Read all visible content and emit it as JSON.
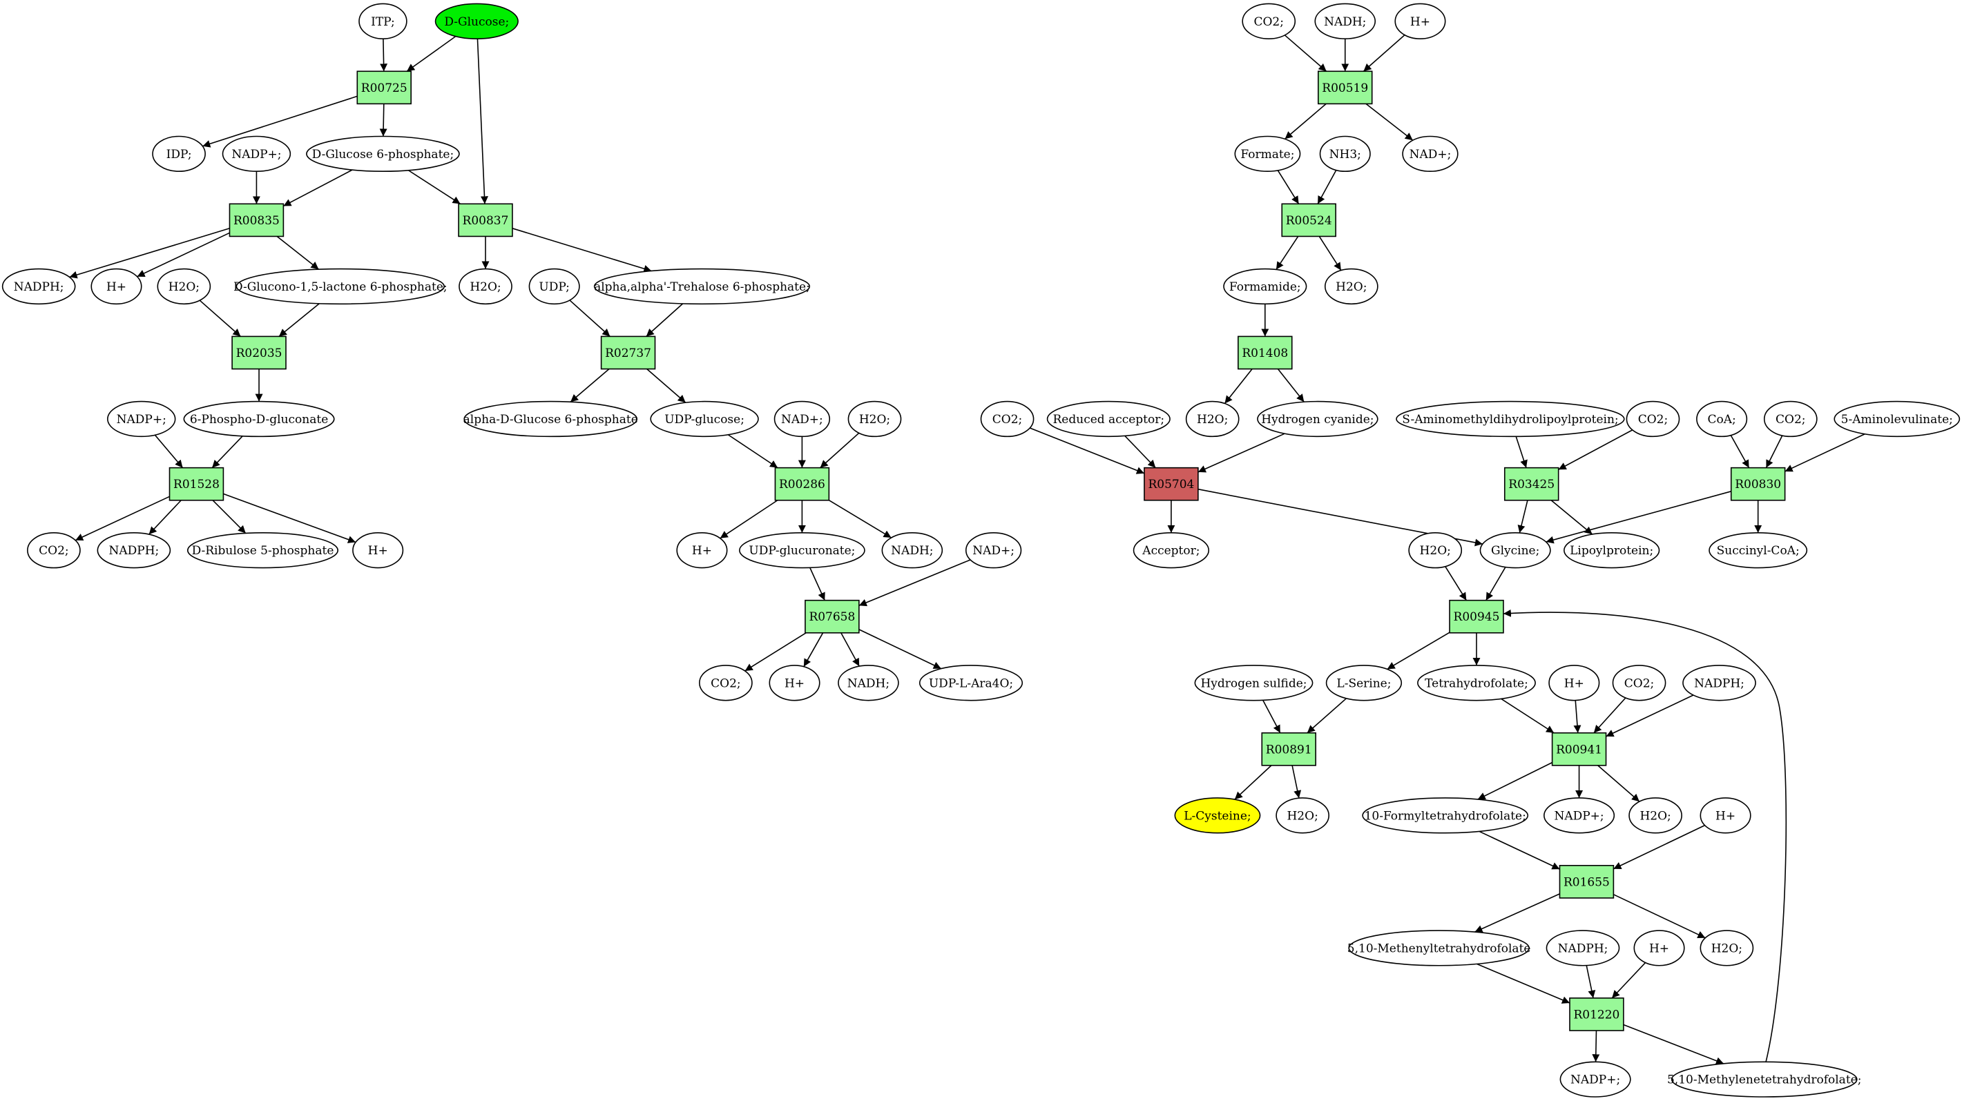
{
  "colors": {
    "reaction": "#98f898",
    "reaction_highlight": "#cd5c5c",
    "start_compound": "#00ee00",
    "target_compound": "#ffff00",
    "compound": "#ffffff",
    "stroke": "#000000"
  },
  "compounds": [
    {
      "id": "c_itp",
      "label": "ITP;"
    },
    {
      "id": "c_dglucose",
      "label": "D-Glucose;",
      "role": "start"
    },
    {
      "id": "c_idp",
      "label": "IDP;"
    },
    {
      "id": "c_nadp_a",
      "label": "NADP+;"
    },
    {
      "id": "c_g6p",
      "label": "D-Glucose 6-phosphate;"
    },
    {
      "id": "c_nadph_a",
      "label": "NADPH;"
    },
    {
      "id": "c_h_a",
      "label": "H+"
    },
    {
      "id": "c_h2o_a",
      "label": "H2O;"
    },
    {
      "id": "c_glucono",
      "label": "D-Glucono-1,5-lactone 6-phosphate;"
    },
    {
      "id": "c_h2o_b",
      "label": "H2O;"
    },
    {
      "id": "c_udp",
      "label": "UDP;"
    },
    {
      "id": "c_trehalose",
      "label": "alpha,alpha'-Trehalose 6-phosphate;"
    },
    {
      "id": "c_nadp_b",
      "label": "NADP+;"
    },
    {
      "id": "c_6pg",
      "label": "6-Phospho-D-gluconate"
    },
    {
      "id": "c_ag6p",
      "label": "alpha-D-Glucose 6-phosphate"
    },
    {
      "id": "c_udpglc",
      "label": "UDP-glucose;"
    },
    {
      "id": "c_nad_a",
      "label": "NAD+;"
    },
    {
      "id": "c_h2o_c",
      "label": "H2O;"
    },
    {
      "id": "c_co2_a",
      "label": "CO2;"
    },
    {
      "id": "c_nadph_b",
      "label": "NADPH;"
    },
    {
      "id": "c_ru5p",
      "label": "D-Ribulose 5-phosphate"
    },
    {
      "id": "c_h_b",
      "label": "H+"
    },
    {
      "id": "c_h_c",
      "label": "H+"
    },
    {
      "id": "c_udpglcua",
      "label": "UDP-glucuronate;"
    },
    {
      "id": "c_nadh_a",
      "label": "NADH;"
    },
    {
      "id": "c_nad_b",
      "label": "NAD+;"
    },
    {
      "id": "c_co2_b",
      "label": "CO2;"
    },
    {
      "id": "c_h_d",
      "label": "H+"
    },
    {
      "id": "c_nadh_b",
      "label": "NADH;"
    },
    {
      "id": "c_udpara",
      "label": "UDP-L-Ara4O;"
    },
    {
      "id": "c_co2_c",
      "label": "CO2;"
    },
    {
      "id": "c_nadh_c",
      "label": "NADH;"
    },
    {
      "id": "c_h_e",
      "label": "H+"
    },
    {
      "id": "c_formate",
      "label": "Formate;"
    },
    {
      "id": "c_nh3",
      "label": "NH3;"
    },
    {
      "id": "c_nad_c",
      "label": "NAD+;"
    },
    {
      "id": "c_formamide",
      "label": "Formamide;"
    },
    {
      "id": "c_h2o_d",
      "label": "H2O;"
    },
    {
      "id": "c_h2o_e",
      "label": "H2O;"
    },
    {
      "id": "c_hcn",
      "label": "Hydrogen cyanide;"
    },
    {
      "id": "c_co2_d",
      "label": "CO2;"
    },
    {
      "id": "c_redacc",
      "label": "Reduced acceptor;"
    },
    {
      "id": "c_samlp",
      "label": "S-Aminomethyldihydrolipoylprotein;"
    },
    {
      "id": "c_co2_e",
      "label": "CO2;"
    },
    {
      "id": "c_coa",
      "label": "CoA;"
    },
    {
      "id": "c_co2_f",
      "label": "CO2;"
    },
    {
      "id": "c_ala",
      "label": "5-Aminolevulinate;"
    },
    {
      "id": "c_acceptor",
      "label": "Acceptor;"
    },
    {
      "id": "c_h2o_f",
      "label": "H2O;"
    },
    {
      "id": "c_glycine",
      "label": "Glycine;"
    },
    {
      "id": "c_lipoyl",
      "label": "Lipoylprotein;"
    },
    {
      "id": "c_succoa",
      "label": "Succinyl-CoA;"
    },
    {
      "id": "c_h2s",
      "label": "Hydrogen sulfide;"
    },
    {
      "id": "c_serine",
      "label": "L-Serine;"
    },
    {
      "id": "c_thf",
      "label": "Tetrahydrofolate;"
    },
    {
      "id": "c_h_f",
      "label": "H+"
    },
    {
      "id": "c_co2_g",
      "label": "CO2;"
    },
    {
      "id": "c_nadph_c",
      "label": "NADPH;"
    },
    {
      "id": "c_cysteine",
      "label": "L-Cysteine;",
      "role": "target"
    },
    {
      "id": "c_h2o_g",
      "label": "H2O;"
    },
    {
      "id": "c_10fthf",
      "label": "10-Formyltetrahydrofolate;"
    },
    {
      "id": "c_nadp_c",
      "label": "NADP+;"
    },
    {
      "id": "c_h2o_h",
      "label": "H2O;"
    },
    {
      "id": "c_h_g",
      "label": "H+"
    },
    {
      "id": "c_methenyl",
      "label": "5,10-Methenyltetrahydrofolate"
    },
    {
      "id": "c_nadph_d",
      "label": "NADPH;"
    },
    {
      "id": "c_h_h",
      "label": "H+"
    },
    {
      "id": "c_h2o_i",
      "label": "H2O;"
    },
    {
      "id": "c_nadp_d",
      "label": "NADP+;"
    },
    {
      "id": "c_methylene",
      "label": "5,10-Methylenetetrahydrofolate;"
    }
  ],
  "reactions": [
    {
      "id": "r_00725",
      "label": "R00725"
    },
    {
      "id": "r_00835",
      "label": "R00835"
    },
    {
      "id": "r_00837",
      "label": "R00837"
    },
    {
      "id": "r_02035",
      "label": "R02035"
    },
    {
      "id": "r_02737",
      "label": "R02737"
    },
    {
      "id": "r_01528",
      "label": "R01528"
    },
    {
      "id": "r_00286",
      "label": "R00286"
    },
    {
      "id": "r_07658",
      "label": "R07658"
    },
    {
      "id": "r_00519",
      "label": "R00519"
    },
    {
      "id": "r_00524",
      "label": "R00524"
    },
    {
      "id": "r_01408",
      "label": "R01408"
    },
    {
      "id": "r_05704",
      "label": "R05704",
      "role": "highlight"
    },
    {
      "id": "r_03425",
      "label": "R03425"
    },
    {
      "id": "r_00830",
      "label": "R00830"
    },
    {
      "id": "r_00945",
      "label": "R00945"
    },
    {
      "id": "r_00891",
      "label": "R00891"
    },
    {
      "id": "r_00941",
      "label": "R00941"
    },
    {
      "id": "r_01655",
      "label": "R01655"
    },
    {
      "id": "r_01220",
      "label": "R01220"
    }
  ],
  "edges": [
    [
      "c_itp",
      "r_00725"
    ],
    [
      "c_dglucose",
      "r_00725"
    ],
    [
      "r_00725",
      "c_idp"
    ],
    [
      "r_00725",
      "c_g6p"
    ],
    [
      "c_dglucose",
      "r_00837"
    ],
    [
      "c_g6p",
      "r_00837"
    ],
    [
      "r_00837",
      "c_h2o_b"
    ],
    [
      "r_00837",
      "c_trehalose"
    ],
    [
      "c_nadp_a",
      "r_00835"
    ],
    [
      "c_g6p",
      "r_00835"
    ],
    [
      "r_00835",
      "c_nadph_a"
    ],
    [
      "r_00835",
      "c_h_a"
    ],
    [
      "r_00835",
      "c_glucono"
    ],
    [
      "c_h2o_a",
      "r_02035"
    ],
    [
      "c_glucono",
      "r_02035"
    ],
    [
      "r_02035",
      "c_6pg"
    ],
    [
      "c_udp",
      "r_02737"
    ],
    [
      "c_trehalose",
      "r_02737"
    ],
    [
      "r_02737",
      "c_ag6p"
    ],
    [
      "r_02737",
      "c_udpglc"
    ],
    [
      "c_nadp_b",
      "r_01528"
    ],
    [
      "c_6pg",
      "r_01528"
    ],
    [
      "r_01528",
      "c_co2_a"
    ],
    [
      "r_01528",
      "c_nadph_b"
    ],
    [
      "r_01528",
      "c_ru5p"
    ],
    [
      "r_01528",
      "c_h_b"
    ],
    [
      "c_udpglc",
      "r_00286"
    ],
    [
      "c_nad_a",
      "r_00286"
    ],
    [
      "c_h2o_c",
      "r_00286"
    ],
    [
      "r_00286",
      "c_h_c"
    ],
    [
      "r_00286",
      "c_udpglcua"
    ],
    [
      "r_00286",
      "c_nadh_a"
    ],
    [
      "c_udpglcua",
      "r_07658"
    ],
    [
      "c_nad_b",
      "r_07658"
    ],
    [
      "r_07658",
      "c_co2_b"
    ],
    [
      "r_07658",
      "c_h_d"
    ],
    [
      "r_07658",
      "c_nadh_b"
    ],
    [
      "r_07658",
      "c_udpara"
    ],
    [
      "c_co2_c",
      "r_00519"
    ],
    [
      "c_nadh_c",
      "r_00519"
    ],
    [
      "c_h_e",
      "r_00519"
    ],
    [
      "r_00519",
      "c_formate"
    ],
    [
      "r_00519",
      "c_nad_c"
    ],
    [
      "c_formate",
      "r_00524"
    ],
    [
      "c_nh3",
      "r_00524"
    ],
    [
      "r_00524",
      "c_formamide"
    ],
    [
      "r_00524",
      "c_h2o_d"
    ],
    [
      "c_formamide",
      "r_01408"
    ],
    [
      "r_01408",
      "c_h2o_e"
    ],
    [
      "r_01408",
      "c_hcn"
    ],
    [
      "c_co2_d",
      "r_05704"
    ],
    [
      "c_redacc",
      "r_05704"
    ],
    [
      "c_hcn",
      "r_05704"
    ],
    [
      "r_05704",
      "c_acceptor"
    ],
    [
      "r_05704",
      "c_glycine"
    ],
    [
      "c_samlp",
      "r_03425"
    ],
    [
      "c_co2_e",
      "r_03425"
    ],
    [
      "r_03425",
      "c_glycine"
    ],
    [
      "r_03425",
      "c_lipoyl"
    ],
    [
      "c_coa",
      "r_00830"
    ],
    [
      "c_co2_f",
      "r_00830"
    ],
    [
      "c_ala",
      "r_00830"
    ],
    [
      "r_00830",
      "c_glycine"
    ],
    [
      "r_00830",
      "c_succoa"
    ],
    [
      "c_h2o_f",
      "r_00945"
    ],
    [
      "c_glycine",
      "r_00945"
    ],
    [
      "c_methylene",
      "r_00945"
    ],
    [
      "r_00945",
      "c_serine"
    ],
    [
      "r_00945",
      "c_thf"
    ],
    [
      "c_h2s",
      "r_00891"
    ],
    [
      "c_serine",
      "r_00891"
    ],
    [
      "r_00891",
      "c_cysteine"
    ],
    [
      "r_00891",
      "c_h2o_g"
    ],
    [
      "c_thf",
      "r_00941"
    ],
    [
      "c_h_f",
      "r_00941"
    ],
    [
      "c_co2_g",
      "r_00941"
    ],
    [
      "c_nadph_c",
      "r_00941"
    ],
    [
      "r_00941",
      "c_10fthf"
    ],
    [
      "r_00941",
      "c_nadp_c"
    ],
    [
      "r_00941",
      "c_h2o_h"
    ],
    [
      "c_10fthf",
      "r_01655"
    ],
    [
      "c_h_g",
      "r_01655"
    ],
    [
      "r_01655",
      "c_methenyl"
    ],
    [
      "r_01655",
      "c_h2o_i"
    ],
    [
      "c_methenyl",
      "r_01220"
    ],
    [
      "c_nadph_d",
      "r_01220"
    ],
    [
      "c_h_h",
      "r_01220"
    ],
    [
      "r_01220",
      "c_nadp_d"
    ],
    [
      "r_01220",
      "c_methylene"
    ]
  ]
}
